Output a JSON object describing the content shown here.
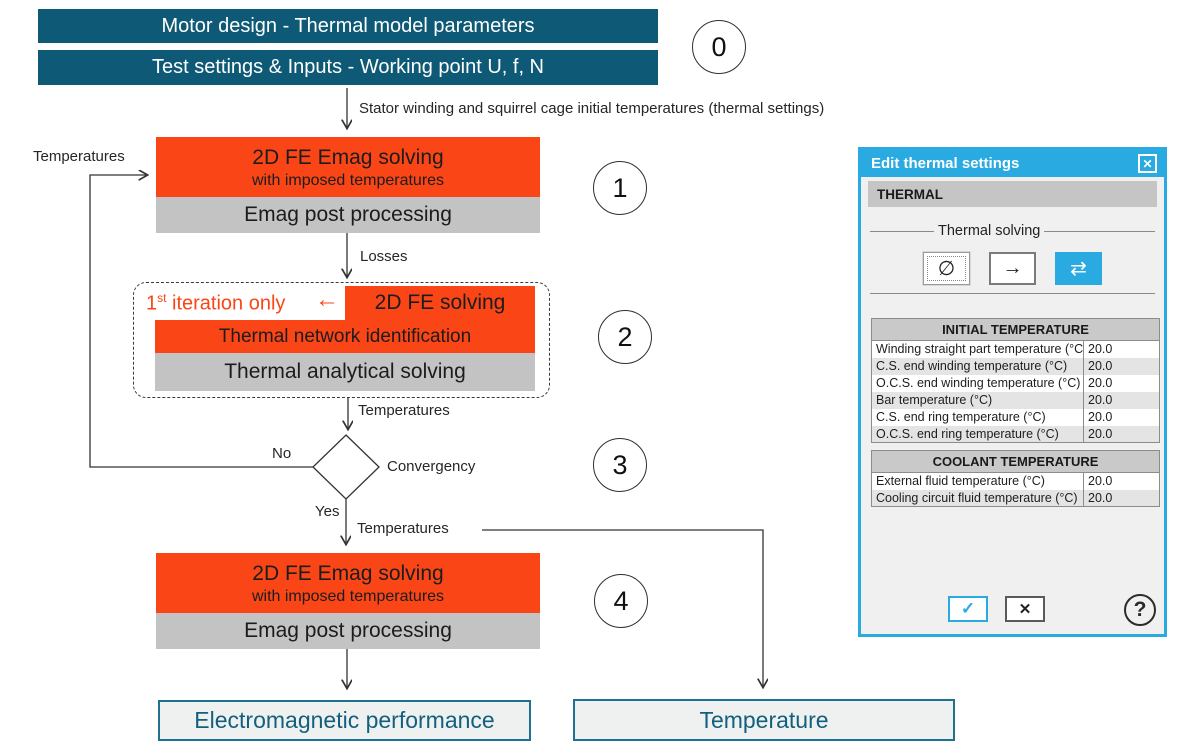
{
  "flow": {
    "top_bars": [
      {
        "label": "Motor design - Thermal model parameters"
      },
      {
        "label": "Test settings & Inputs - Working point U, f, N"
      }
    ],
    "badges": [
      "0",
      "1",
      "2",
      "3",
      "4"
    ],
    "labels": {
      "initial": "Stator winding and squirrel cage initial temperatures (thermal settings)",
      "loop": "Temperatures",
      "losses": "Losses",
      "mid": "Temperatures",
      "no": "No",
      "convergency": "Convergency",
      "yes": "Yes",
      "out": "Temperatures"
    },
    "box1": {
      "line1": "2D FE Emag solving",
      "line2": "with imposed temperatures",
      "post": "Emag post processing"
    },
    "group2": {
      "note_num": "1",
      "note_sup": "st",
      "note_rest": " iteration only",
      "back_arrow": "←",
      "fe": "2D FE solving",
      "network": "Thermal network identification",
      "analytical": "Thermal analytical solving"
    },
    "box4": {
      "line1": "2D FE Emag solving",
      "line2": "with imposed temperatures",
      "post": "Emag post processing"
    },
    "outputs": [
      {
        "label": "Electromagnetic performance"
      },
      {
        "label": "Temperature"
      }
    ]
  },
  "dialog": {
    "title": "Edit thermal settings",
    "close_icon": "✕",
    "section": "THERMAL",
    "group": {
      "legend": "Thermal solving",
      "buttons": [
        {
          "icon": "∅"
        },
        {
          "icon": "→"
        },
        {
          "icon": "⇄"
        }
      ]
    },
    "tables": [
      {
        "header": "INITIAL TEMPERATURE",
        "rows": [
          [
            "Winding straight part temperature (°C)",
            "20.0"
          ],
          [
            "C.S. end winding temperature (°C)",
            "20.0"
          ],
          [
            "O.C.S. end winding temperature (°C)",
            "20.0"
          ],
          [
            "Bar temperature (°C)",
            "20.0"
          ],
          [
            "C.S. end ring temperature (°C)",
            "20.0"
          ],
          [
            "O.C.S. end ring temperature (°C)",
            "20.0"
          ]
        ]
      },
      {
        "header": "COOLANT TEMPERATURE",
        "rows": [
          [
            "External fluid temperature (°C)",
            "20.0"
          ],
          [
            "Cooling circuit fluid temperature (°C)",
            "20.0"
          ]
        ]
      }
    ],
    "footer": {
      "ok_icon": "✓",
      "cancel_icon": "✕",
      "help_icon": "?"
    }
  },
  "colors": {
    "accent_orange": "#FA4616",
    "teal_header": "#0E5A76",
    "dialog_cyan": "#29ABE2",
    "box_gray": "#C3C3C3",
    "output_teal": "#135F7E"
  }
}
